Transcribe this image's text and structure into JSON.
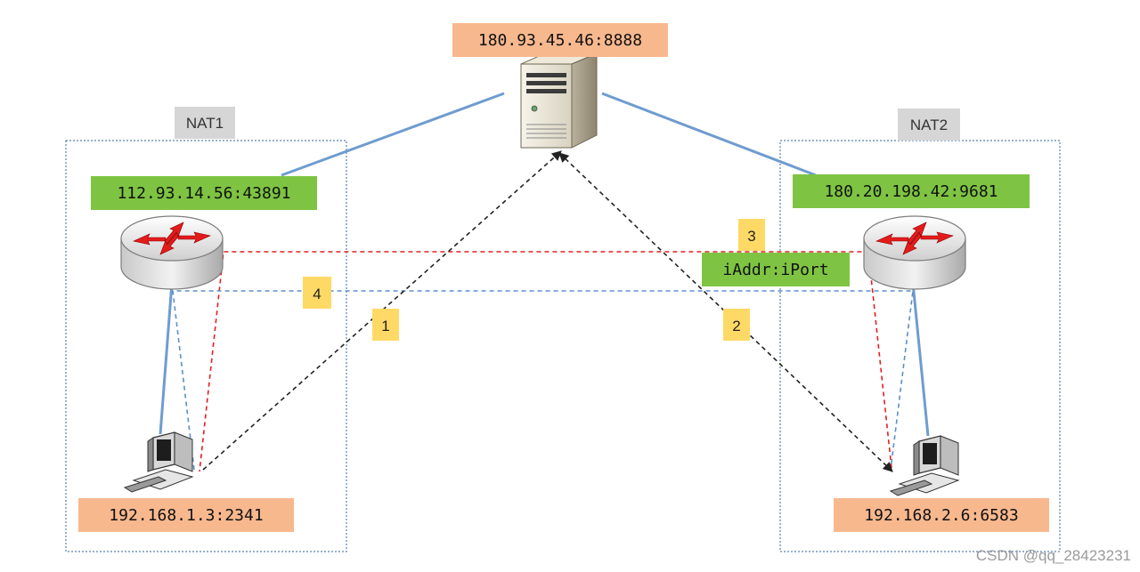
{
  "server": {
    "address": "180.93.45.46:8888",
    "icon": "server-icon"
  },
  "nat1": {
    "label": "NAT1",
    "public_address": "112.93.14.56:43891",
    "host_address": "192.168.1.3:2341",
    "router_icon": "router-icon",
    "host_icon": "computer-icon"
  },
  "nat2": {
    "label": "NAT2",
    "public_address": "180.20.198.42:9681",
    "host_address": "192.168.2.6:6583",
    "router_icon": "router-icon",
    "host_icon": "computer-icon"
  },
  "message": "iAddr:iPort",
  "steps": [
    "1",
    "2",
    "3",
    "4"
  ],
  "watermark": "CSDN @qq_28423231",
  "colors": {
    "orange_label": "#f8b88e",
    "green_label": "#7ec442",
    "grey_label": "#d6d6d6",
    "step_badge": "#ffd966",
    "link_blue": "#6f9ccf",
    "dash_red": "#e02020",
    "dash_blue": "#5b8fc9",
    "dash_black": "#222222",
    "box_border": "#5a7fae"
  }
}
